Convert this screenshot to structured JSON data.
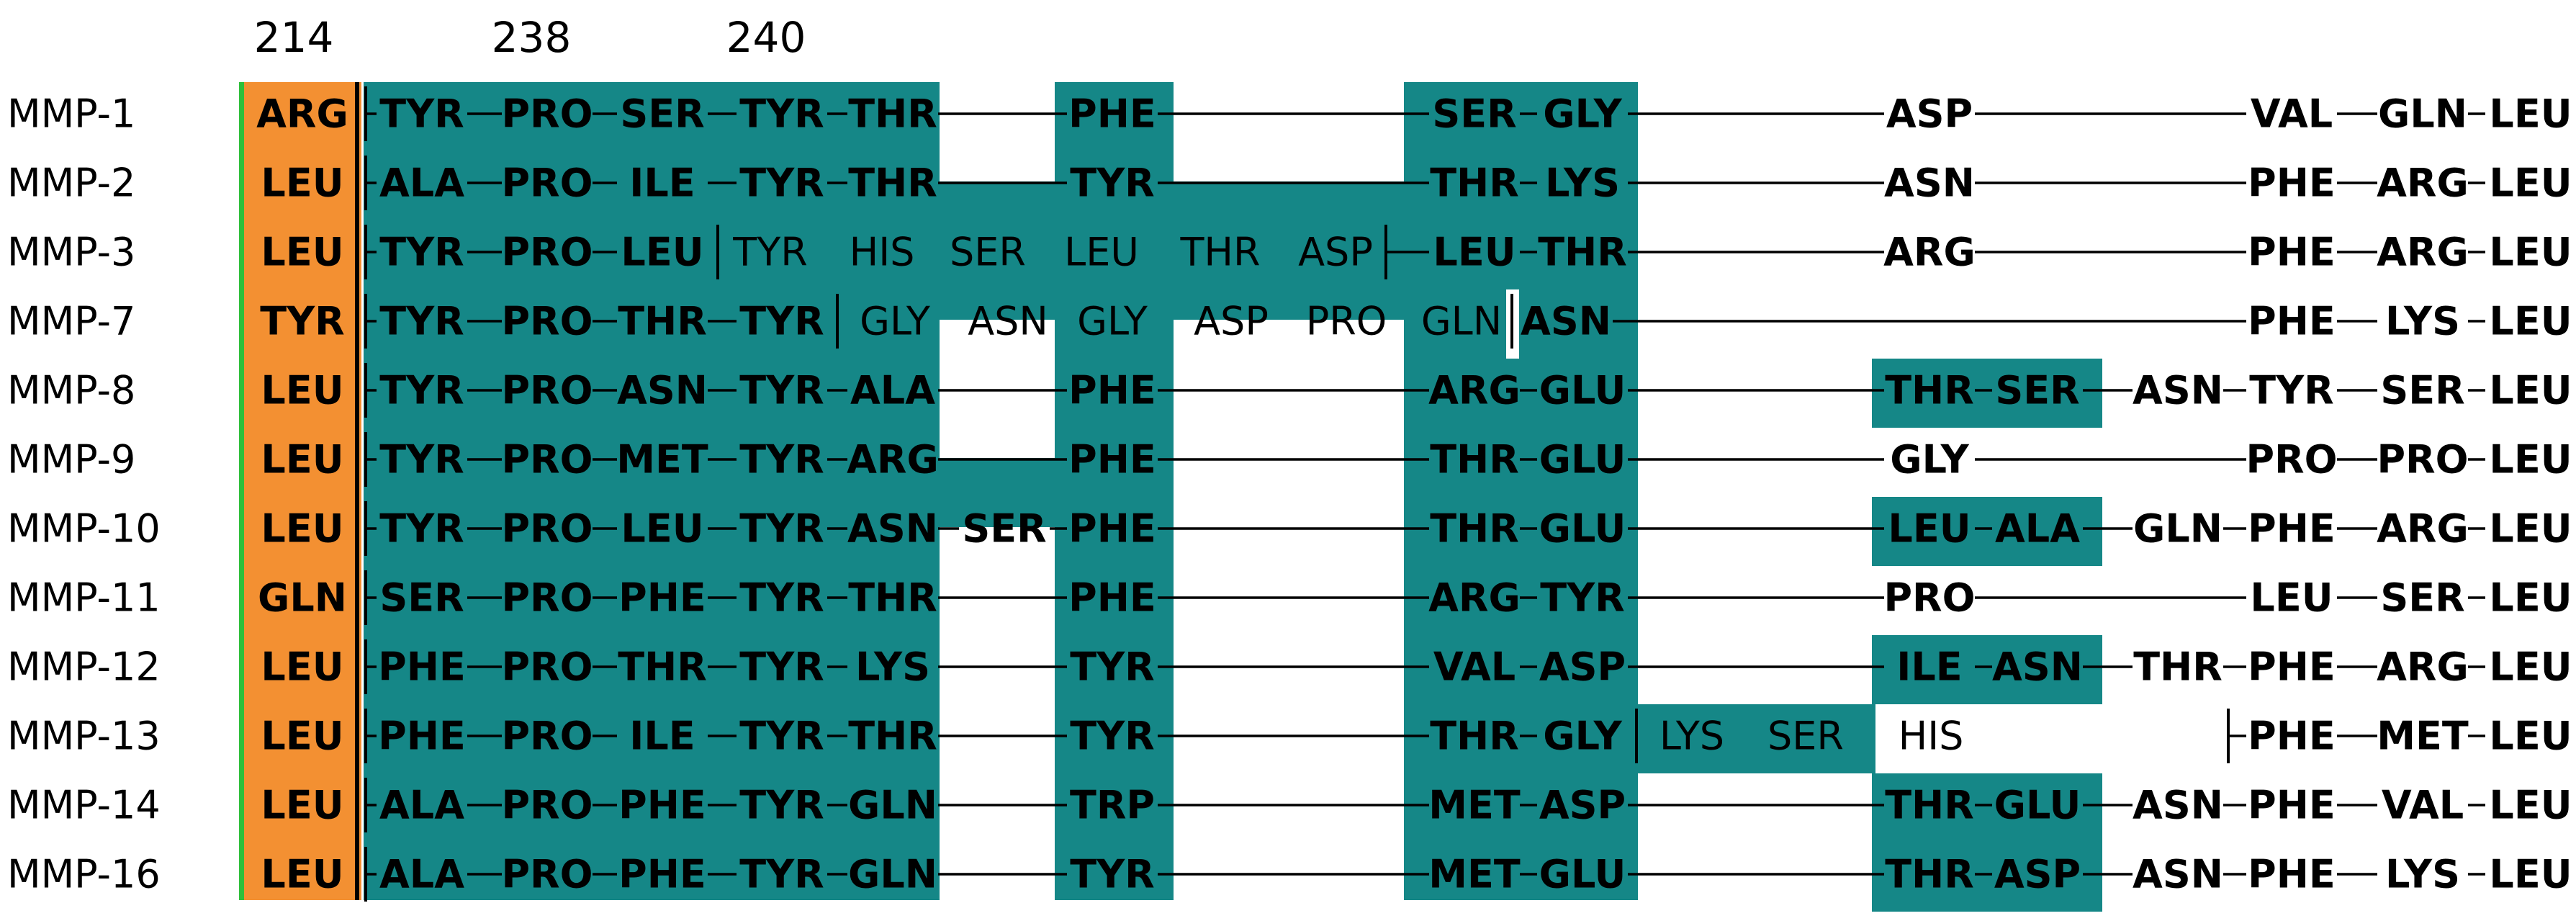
{
  "colors": {
    "orange": "#f39032",
    "teal": "#158787",
    "green_stripe": "#2fbf3a",
    "line": "#000000"
  },
  "position_labels": [
    "214",
    "238",
    "240"
  ],
  "rows": [
    {
      "name": "MMP-1",
      "c214": "ARG",
      "a": [
        "TYR",
        "PRO",
        "SER",
        "TYR",
        "THR"
      ],
      "ins1": null,
      "f": "PHE",
      "ins2": null,
      "g": [
        "SER",
        "GLY"
      ],
      "ins3": null,
      "h": [
        "ASP"
      ],
      "h_box": false,
      "tail": [
        "VAL",
        "GLN",
        "LEU"
      ]
    },
    {
      "name": "MMP-2",
      "c214": "LEU",
      "a": [
        "ALA",
        "PRO",
        "ILE",
        "TYR",
        "THR"
      ],
      "ins1": null,
      "f": "TYR",
      "ins2": null,
      "g": [
        "THR",
        "LYS"
      ],
      "ins3": null,
      "h": [
        "ASN"
      ],
      "h_box": false,
      "tail": [
        "PHE",
        "ARG",
        "LEU"
      ]
    },
    {
      "name": "MMP-3",
      "c214": "LEU",
      "a": [
        "TYR",
        "PRO",
        "LEU"
      ],
      "ins1": null,
      "f": null,
      "ins2": [
        "TYR",
        "HIS",
        "SER",
        "LEU",
        "THR",
        "ASP"
      ],
      "g": [
        "LEU",
        "THR"
      ],
      "ins3": null,
      "h": [
        "ARG"
      ],
      "h_box": false,
      "tail": [
        "PHE",
        "ARG",
        "LEU"
      ]
    },
    {
      "name": "MMP-7",
      "c214": "TYR",
      "a": [
        "TYR",
        "PRO",
        "THR",
        "TYR"
      ],
      "ins1": null,
      "f": null,
      "ins2": [
        "GLY",
        "ASN",
        "GLY",
        "ASP",
        "PRO",
        "GLN"
      ],
      "g": [
        "ASN"
      ],
      "ins3": null,
      "h": [],
      "h_box": false,
      "tail": [
        "PHE",
        "LYS",
        "LEU"
      ]
    },
    {
      "name": "MMP-8",
      "c214": "LEU",
      "a": [
        "TYR",
        "PRO",
        "ASN",
        "TYR",
        "ALA"
      ],
      "ins1": null,
      "f": "PHE",
      "ins2": null,
      "g": [
        "ARG",
        "GLU"
      ],
      "ins3": null,
      "h": [
        "THR",
        "SER"
      ],
      "h_box": true,
      "tail": [
        "ASN",
        "TYR",
        "SER",
        "LEU"
      ]
    },
    {
      "name": "MMP-9",
      "c214": "LEU",
      "a": [
        "TYR",
        "PRO",
        "MET",
        "TYR",
        "ARG"
      ],
      "ins1": null,
      "f": "PHE",
      "ins2": null,
      "g": [
        "THR",
        "GLU"
      ],
      "ins3": null,
      "h": [
        "GLY"
      ],
      "h_box": false,
      "tail": [
        "PRO",
        "PRO",
        "LEU"
      ]
    },
    {
      "name": "MMP-10",
      "c214": "LEU",
      "a": [
        "TYR",
        "PRO",
        "LEU",
        "TYR",
        "ASN"
      ],
      "ins1": "SER",
      "f": "PHE",
      "ins2": null,
      "g": [
        "THR",
        "GLU"
      ],
      "ins3": null,
      "h": [
        "LEU",
        "ALA"
      ],
      "h_box": true,
      "tail": [
        "GLN",
        "PHE",
        "ARG",
        "LEU"
      ]
    },
    {
      "name": "MMP-11",
      "c214": "GLN",
      "a": [
        "SER",
        "PRO",
        "PHE",
        "TYR",
        "THR"
      ],
      "ins1": null,
      "f": "PHE",
      "ins2": null,
      "g": [
        "ARG",
        "TYR"
      ],
      "ins3": null,
      "h": [
        "PRO"
      ],
      "h_box": false,
      "tail": [
        "LEU",
        "SER",
        "LEU"
      ]
    },
    {
      "name": "MMP-12",
      "c214": "LEU",
      "a": [
        "PHE",
        "PRO",
        "THR",
        "TYR",
        "LYS"
      ],
      "ins1": null,
      "f": "TYR",
      "ins2": null,
      "g": [
        "VAL",
        "ASP"
      ],
      "ins3": null,
      "h": [
        "ILE",
        "ASN"
      ],
      "h_box": true,
      "tail": [
        "THR",
        "PHE",
        "ARG",
        "LEU"
      ]
    },
    {
      "name": "MMP-13",
      "c214": "LEU",
      "a": [
        "PHE",
        "PRO",
        "ILE",
        "TYR",
        "THR"
      ],
      "ins1": null,
      "f": "TYR",
      "ins2": null,
      "g": [
        "THR",
        "GLY"
      ],
      "ins3": [
        "LYS",
        "SER",
        "HIS"
      ],
      "h": [],
      "h_box": false,
      "tail": [
        "PHE",
        "MET",
        "LEU"
      ]
    },
    {
      "name": "MMP-14",
      "c214": "LEU",
      "a": [
        "ALA",
        "PRO",
        "PHE",
        "TYR",
        "GLN"
      ],
      "ins1": null,
      "f": "TRP",
      "ins2": null,
      "g": [
        "MET",
        "ASP"
      ],
      "ins3": null,
      "h": [
        "THR",
        "GLU"
      ],
      "h_box": true,
      "tail": [
        "ASN",
        "PHE",
        "VAL",
        "LEU"
      ]
    },
    {
      "name": "MMP-16",
      "c214": "LEU",
      "a": [
        "ALA",
        "PRO",
        "PHE",
        "TYR",
        "GLN"
      ],
      "ins1": null,
      "f": "TYR",
      "ins2": null,
      "g": [
        "MET",
        "GLU"
      ],
      "ins3": null,
      "h": [
        "THR",
        "ASP"
      ],
      "h_box": true,
      "tail": [
        "ASN",
        "PHE",
        "LYS",
        "LEU"
      ]
    }
  ]
}
